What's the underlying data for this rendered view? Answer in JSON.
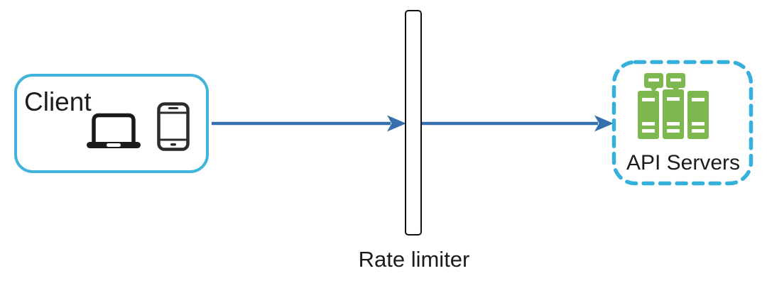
{
  "diagram": {
    "background": "#ffffff",
    "nodes": {
      "client": {
        "label": "Client",
        "shape": "rounded-rect-solid-border",
        "icons": [
          "laptop-icon",
          "smartphone-icon"
        ]
      },
      "rate_limiter": {
        "label": "Rate limiter",
        "shape": "vertical-bar"
      },
      "api_servers": {
        "label": "API Servers",
        "shape": "rounded-rect-dashed-border",
        "icons": [
          "server-stack-icon"
        ]
      }
    },
    "edges": [
      {
        "from": "client",
        "to": "rate_limiter",
        "type": "arrow"
      },
      {
        "from": "rate_limiter",
        "to": "api_servers",
        "type": "arrow"
      }
    ],
    "colors": {
      "client_border": "#41b4dc",
      "api_border": "#35b0dd",
      "arrow": "#356fae",
      "server_green": "#7cb84d",
      "bar_border": "#111111",
      "icon_black": "#1b1b1b",
      "text": "#1c1c1c"
    }
  }
}
